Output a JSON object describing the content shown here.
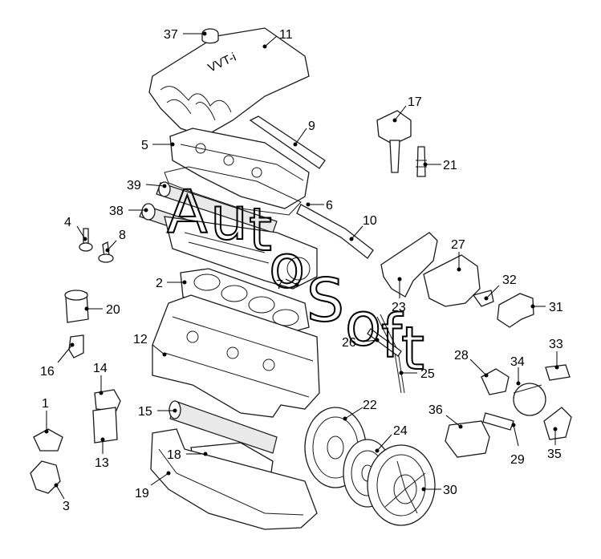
{
  "labels": {
    "p1": "1",
    "p2": "2",
    "p3": "3",
    "p4": "4",
    "p5": "5",
    "p6": "6",
    "p7": "7",
    "p8": "8",
    "p9": "9",
    "p10": "10",
    "p11": "11",
    "p12": "12",
    "p13": "13",
    "p14": "14",
    "p15": "15",
    "p16": "16",
    "p17": "17",
    "p18": "18",
    "p19": "19",
    "p20": "20",
    "p21": "21",
    "p22": "22",
    "p23": "23",
    "p24": "24",
    "p25": "25",
    "p26": "26",
    "p27": "27",
    "p28": "28",
    "p29": "29",
    "p30": "30",
    "p31": "31",
    "p32": "32",
    "p33": "33",
    "p34": "34",
    "p35": "35",
    "p36": "36",
    "p37": "37",
    "p38": "38",
    "p39": "39"
  },
  "cover_text": "VVT-i",
  "watermark": {
    "a": "A",
    "u": "u",
    "t": "t",
    "o": "o",
    "s": "S",
    "o2": "o",
    "f": "f",
    "t2": "t"
  }
}
